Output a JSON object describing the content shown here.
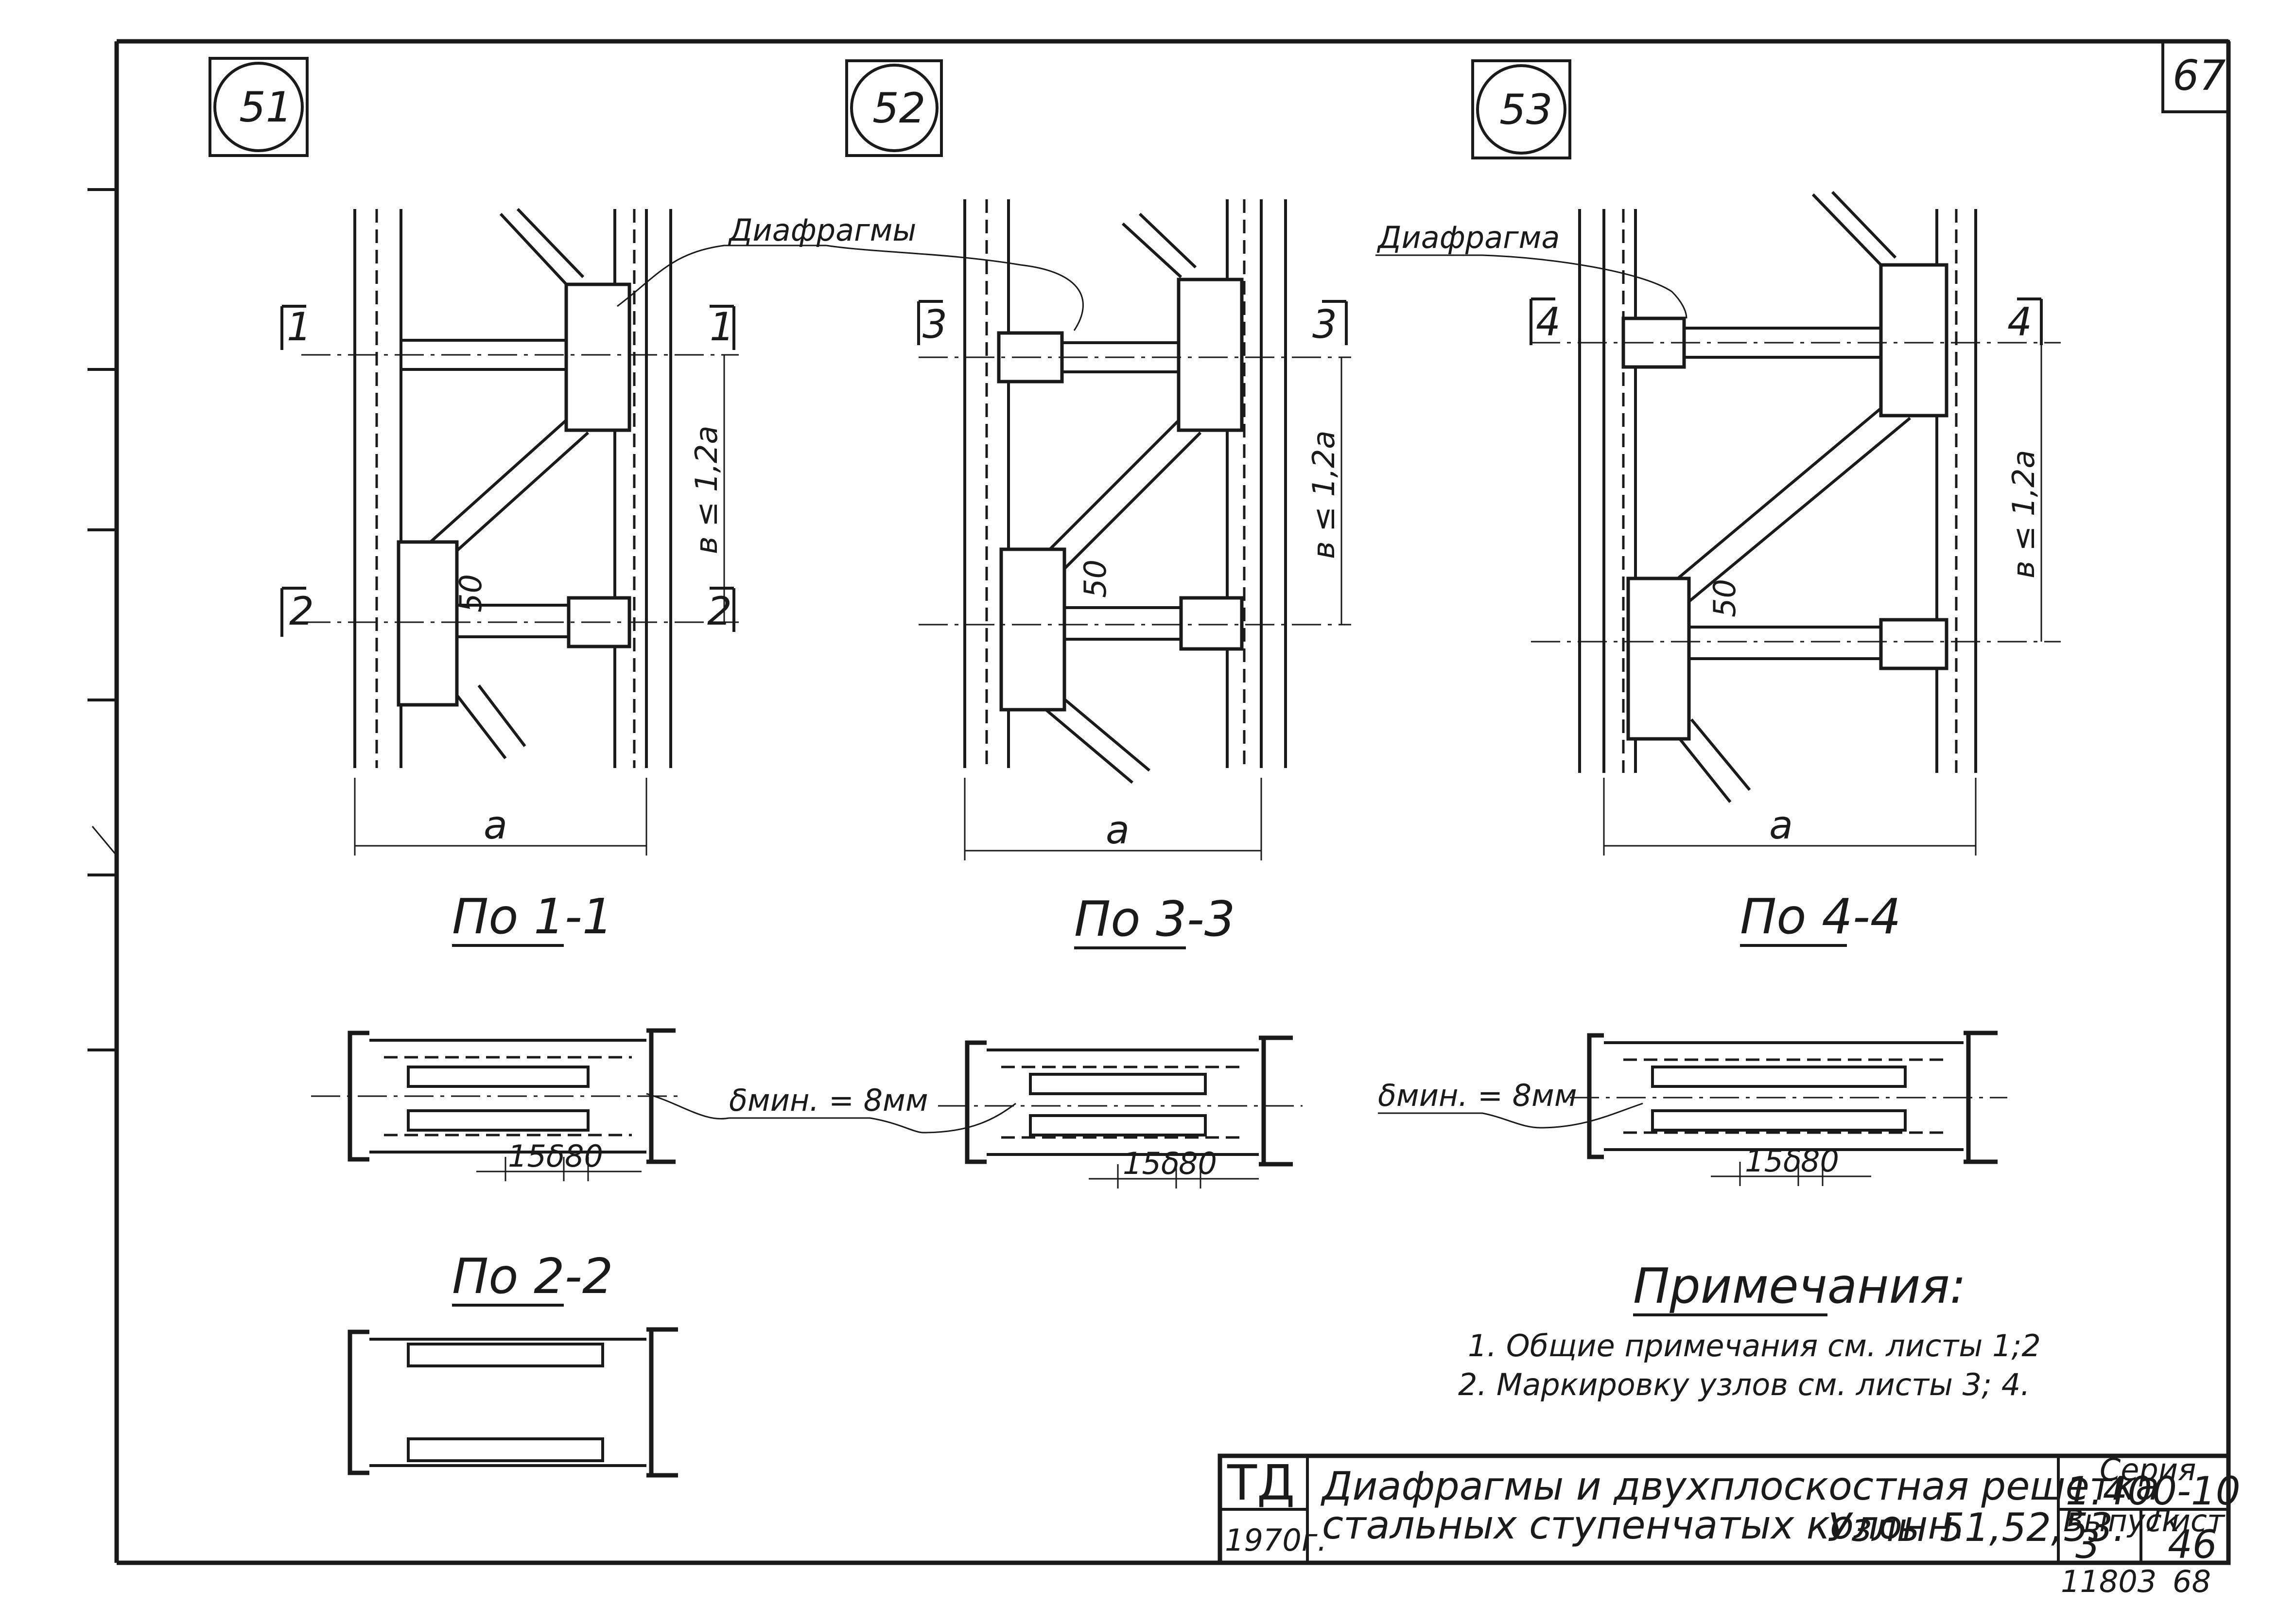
{
  "sheet": {
    "page_number": "67",
    "node_labels": [
      "51",
      "52",
      "53"
    ],
    "diaphragm_labels": [
      "Диафрагмы",
      "Диафрагма"
    ],
    "section_marks": {
      "n51": [
        "1",
        "1",
        "2",
        "2"
      ],
      "n52": [
        "3",
        "3"
      ],
      "n53": [
        "4",
        "4"
      ]
    },
    "dim_b": "в ≤ 1,2а",
    "dim_a": "а",
    "dim_50": "50",
    "views": [
      "По 1-1",
      "По 3-3",
      "По 4-4",
      "По 2-2"
    ],
    "thickness_label": "δмин. = 8мм",
    "dims_bottom": [
      "15δ",
      "80"
    ],
    "notes": {
      "title": "Примечания:",
      "items": [
        "1. Общие примечания см. листы 1;2",
        "2. Маркировку узлов см. листы 3; 4."
      ]
    },
    "title_block": {
      "org": "ТД",
      "year": "1970г.",
      "title_line1": "Диафрагмы и двухплоскостная решетка",
      "title_line2": "стальных ступенчатых колонн.",
      "nodes_label": "Узлы 51,52,53.",
      "series_label": "Серия",
      "series_value": "1.400-10",
      "issue_label": "Выпуск",
      "issue_value": "3",
      "sheet_label": "Лист",
      "sheet_value": "46",
      "doc_number": "11803",
      "doc_number2": "68"
    }
  }
}
